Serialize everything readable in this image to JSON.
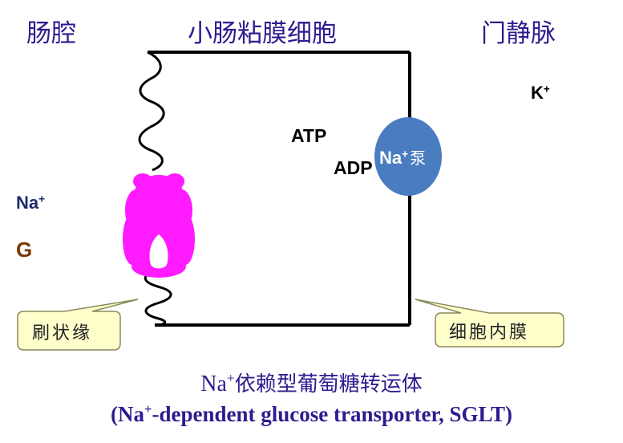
{
  "regions": {
    "lumen": "肠腔",
    "cell": "小肠粘膜细胞",
    "vein": "门静脉"
  },
  "ions": {
    "na_base": "Na",
    "na_sup": "+",
    "glucose": "G",
    "k_base": "K",
    "k_sup": "+",
    "atp": "ATP",
    "adp": "ADP"
  },
  "pump": {
    "base": "Na",
    "sup": "+",
    "word": "泵"
  },
  "callouts": {
    "brush_border": "刷状缘",
    "basolateral": "细胞内膜"
  },
  "caption": {
    "line1_base": "Na",
    "line1_sup": "+",
    "line1_rest": "依赖型葡萄糖转运体",
    "line2_pre": "(Na",
    "line2_sup": "+",
    "line2_rest": "-dependent glucose transporter, SGLT)"
  },
  "colors": {
    "title": "#2b1d8f",
    "transporter": "#ff1aff",
    "pump": "#4a7cc0",
    "callout_fill": "#ffffcc",
    "glucose": "#7a3a00",
    "na": "#1f2a6e"
  }
}
